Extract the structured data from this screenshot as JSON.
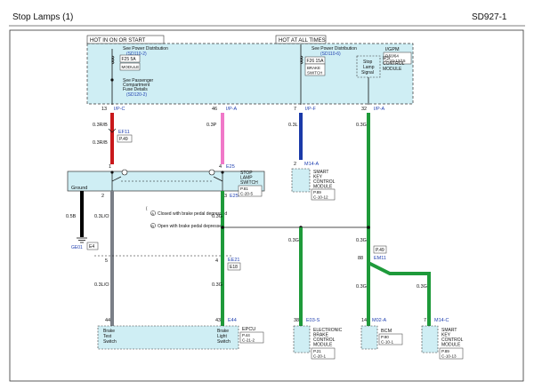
{
  "header": {
    "title": "Stop Lamps (1)",
    "code": "SD927-1"
  },
  "colors": {
    "box_fill": "#cfeef4",
    "wire_red": "#c8181b",
    "wire_pink": "#f078c8",
    "wire_blue": "#1a3aa8",
    "wire_green": "#1e9a3a",
    "wire_gray": "#7a7f87",
    "wire_black": "#000000",
    "link_blue": "#1f3fb0"
  },
  "ijb": {
    "hot_left": "HOT IN ON OR START",
    "hot_right": "HOT AT ALL TIMES",
    "code": "I/GPM",
    "ref_page": "P.50/64",
    "ref_cell": "C-10-12/15",
    "see_power_1": "See Power Distribution",
    "see_power_1_ref": "(SD110-2)",
    "fuse_1": "F25 5A",
    "module_label": "MODULE",
    "see_pass_1": "See Passenger",
    "see_pass_2": "Compartment",
    "see_pass_3": "Fuse Details",
    "see_pass_ref": "(SD120-2)",
    "see_power_2": "See Power Distribution",
    "see_power_2_ref": "(SD110-6)",
    "fuse_2": "F26 15A",
    "brake_1": "BRAKE",
    "brake_2": "SWITCH",
    "stop_1": "Stop",
    "stop_2": "Lamp",
    "stop_3": "Signal",
    "ips_1": "IPS",
    "ips_2": "CONTROL",
    "ips_3": "MODULE"
  },
  "wires": {
    "pin_13": "13",
    "conn_13": "I/P-C",
    "w1a": "0.3R/B",
    "conn_ef": "EF11",
    "page_ef": "P.49",
    "w1b": "0.3R/B",
    "pin_46": "46",
    "conn_46": "I/P-A",
    "w2": "0.3P",
    "pin_7": "7",
    "conn_7": "I/P-F",
    "w3": "0.3L",
    "pin_32": "32",
    "conn_32": "I/P-A",
    "w4": "0.3G",
    "pin_2a": "2",
    "conn_m14a": "M14-A"
  },
  "smart_key_top": {
    "l1": "SMART",
    "l2": "KEY",
    "l3": "CONTROL",
    "l4": "MODULE",
    "page": "P.89",
    "cell": "C-10-12"
  },
  "switch": {
    "pin_1": "1",
    "pin_4": "4",
    "pin_2": "2",
    "pin_3": "3",
    "conn": "E25",
    "conn_b": "E25",
    "l1": "STOP",
    "l2": "LAMP",
    "l3": "SWITCH",
    "page": "P.81",
    "cell": "C-20-5",
    "ground": "Ground",
    "legend_a": "Closed with brake pedal depressed",
    "legend_b": "Open with brake pedal depressed",
    "legend_a_mark": "A",
    "legend_b_mark": "B"
  },
  "lower": {
    "w_black": "0.5B",
    "gnd_conn": "GE01",
    "gnd_page": "E4",
    "w_gray_1": "0.3L/O",
    "w_gray_2": "0.3L/O",
    "w_green_1": "0.3G",
    "w_green_2": "0.3G",
    "pin_5a": "5",
    "pin_4b": "4",
    "conn_ee": "EE21",
    "page_ee": "E18",
    "pin_44": "44",
    "pin_43": "43",
    "conn_e44": "E44",
    "epcu_title": "EPCU",
    "epcu_page": "P.44",
    "epcu_cell": "C-21-2",
    "bts_1": "Brake",
    "bts_2": "Test",
    "bts_3": "Switch",
    "bls_1": "Brake",
    "bls_2": "Light",
    "bls_3": "Switch",
    "w_ebc": "0.3G",
    "pin_38": "38",
    "conn_e03": "E03-S",
    "ebc_1": "ELECTRONIC",
    "ebc_2": "BRAKE",
    "ebc_3": "CONTROL",
    "ebc_4": "MODULE",
    "ebc_page": "P.21",
    "ebc_cell": "C-20-1",
    "w_jn": "0.3G",
    "conn_p49": "P.49",
    "pin_88": "88",
    "conn_em11": "EM11",
    "w_bcm": "0.3G",
    "pin_14": "14",
    "conn_m02": "M02-A",
    "bcm": "BCM",
    "bcm_page": "P.90",
    "bcm_cell": "C-10-1",
    "w_sk": "0.3G",
    "pin_7c": "7",
    "conn_m14c": "M14-C",
    "sk_1": "SMART",
    "sk_2": "KEY",
    "sk_3": "CONTROL",
    "sk_4": "MODULE",
    "sk_page": "P.89",
    "sk_cell": "C-10-13"
  }
}
